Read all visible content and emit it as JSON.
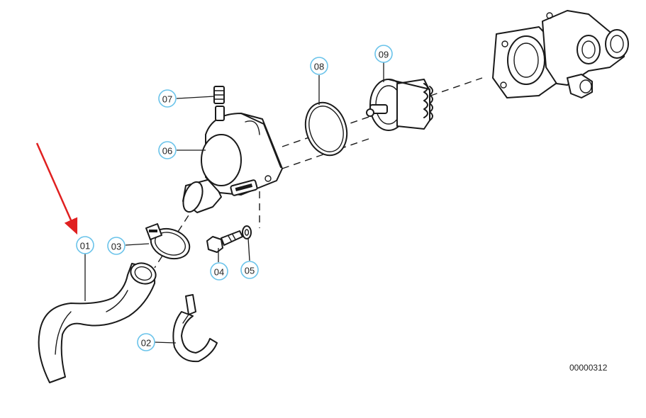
{
  "callouts": {
    "p01": "01",
    "p02": "02",
    "p03": "03",
    "p04": "04",
    "p05": "05",
    "p06": "06",
    "p07": "07",
    "p08": "08",
    "p09": "09"
  },
  "reference_number": "00000312",
  "colors": {
    "callout_ring": "#6ac3ea",
    "highlight_arrow": "#e02020",
    "line_art": "#1a1a1a"
  },
  "highlighted_part": "01"
}
